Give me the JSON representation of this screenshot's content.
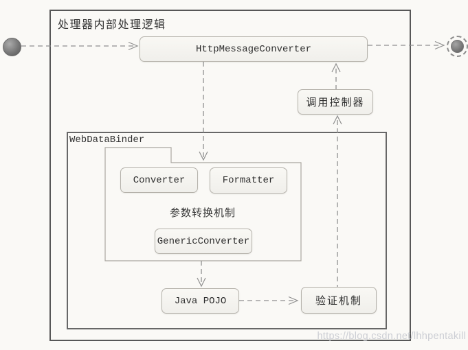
{
  "diagram": {
    "title": "处理器内部处理逻辑",
    "frames": {
      "web_data_binder": "WebDataBinder",
      "param_conversion": "参数转换机制"
    },
    "nodes": {
      "http_message_converter": "HttpMessageConverter",
      "call_controller": "调用控制器",
      "converter": "Converter",
      "formatter": "Formatter",
      "generic_converter": "GenericConverter",
      "java_pojo": "Java POJO",
      "validation": "验证机制"
    },
    "watermark": "https://blog.csdn.net/lhhpentakill",
    "colors": {
      "connector_line": "#8f8f8f",
      "box_border": "#b5b2ab",
      "outer_frame_border": "#575757",
      "background": "#faf9f6"
    }
  }
}
